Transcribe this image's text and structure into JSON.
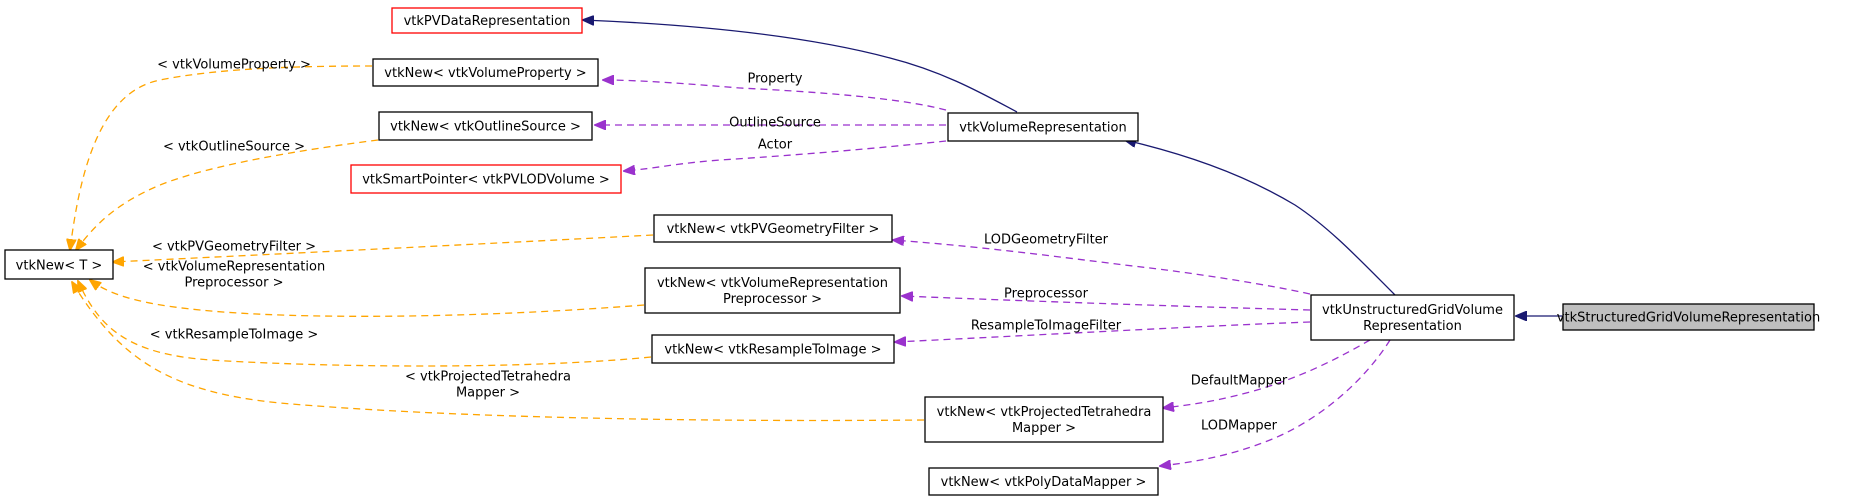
{
  "nodes": {
    "vtkNewT": [
      "vtkNew< T >"
    ],
    "pvData": [
      "vtkPVDataRepresentation"
    ],
    "newVolProp": [
      "vtkNew< vtkVolumeProperty >"
    ],
    "newOutline": [
      "vtkNew< vtkOutlineSource >"
    ],
    "smartLOD": [
      "vtkSmartPointer< vtkPVLODVolume >"
    ],
    "volRep": [
      "vtkVolumeRepresentation"
    ],
    "newGeomFilter": [
      "vtkNew< vtkPVGeometryFilter >"
    ],
    "newVolRepPre": [
      "vtkNew< vtkVolumeRepresentation",
      "Preprocessor >"
    ],
    "newResample": [
      "vtkNew< vtkResampleToImage >"
    ],
    "newProjTet": [
      "vtkNew< vtkProjectedTetrahedra",
      "Mapper >"
    ],
    "newPolyMapper": [
      "vtkNew< vtkPolyDataMapper >"
    ],
    "ugridRep": [
      "vtkUnstructuredGridVolume",
      "Representation"
    ],
    "sgridRep": [
      "vtkStructuredGridVolumeRepresentation"
    ]
  },
  "edge_labels": {
    "volumeProperty": [
      "< vtkVolumeProperty >"
    ],
    "outlineSource": [
      "< vtkOutlineSource >"
    ],
    "geometryFilter": [
      "< vtkPVGeometryFilter >"
    ],
    "volRepPre": [
      "< vtkVolumeRepresentation",
      "Preprocessor >"
    ],
    "resampleToImage": [
      "< vtkResampleToImage >"
    ],
    "projTet": [
      "< vtkProjectedTetrahedra",
      "Mapper >"
    ],
    "property": [
      "Property"
    ],
    "outline": [
      "OutlineSource"
    ],
    "actor": [
      "Actor"
    ],
    "lodGeom": [
      "LODGeometryFilter"
    ],
    "preprocessor": [
      "Preprocessor"
    ],
    "resampleFilter": [
      "ResampleToImageFilter"
    ],
    "defaultMapper": [
      "DefaultMapper"
    ],
    "lodMapper": [
      "LODMapper"
    ]
  },
  "colors": {
    "inheritance": "#191970",
    "member": "#9a32cd",
    "template": "#ffa500",
    "highlight": "#bfbfbf",
    "missing_doc_border": "#ff0000"
  }
}
